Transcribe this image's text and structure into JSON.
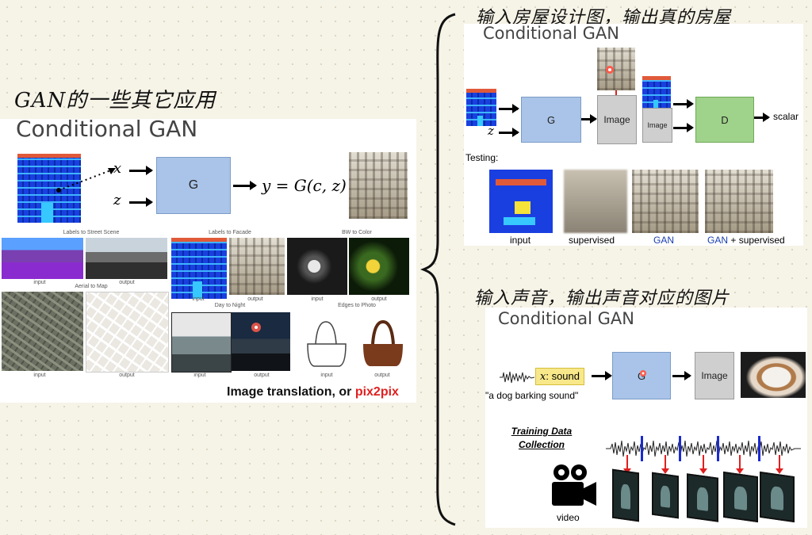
{
  "notes": {
    "left_heading": "GAN的一些其它应用",
    "top_right": "输入房屋设计图，输出真的房屋",
    "bottom_right": "输入声音，输出声音对应的图片"
  },
  "slide_main": {
    "title": "Conditional GAN",
    "x_label": "𝑥",
    "z_label": "𝑧",
    "g_label": "G",
    "equation": "𝑦 = 𝐺(𝑐, 𝑧)",
    "panels": [
      {
        "title": "Labels to Street Scene",
        "left": "input",
        "right": "output"
      },
      {
        "title": "Labels to Facade",
        "left": "input",
        "right": "output"
      },
      {
        "title": "BW to Color",
        "left": "input",
        "right": "output"
      },
      {
        "title": "Aerial to Map",
        "left": "input",
        "right": "output"
      },
      {
        "title": "Day to Night",
        "left": "input",
        "right": "output"
      },
      {
        "title": "Edges to Photo",
        "left": "input",
        "right": "output"
      }
    ],
    "caption_main": "Image translation, or ",
    "caption_accent": "pix2pix",
    "accent_color": "#e02020"
  },
  "slide_tr": {
    "title": "Conditional GAN",
    "z_label": "𝑧",
    "g_label": "G",
    "image_label": "Image",
    "image_label_small": "Image",
    "d_label": "D",
    "scalar_label": "scalar",
    "testing_label": "Testing:",
    "captions": [
      "input",
      "supervised",
      "GAN",
      "GAN",
      " + supervised"
    ]
  },
  "slide_br": {
    "title": "Conditional GAN",
    "x_tag": "𝑥",
    "x_tag_rest": ": sound",
    "quote": "\"a dog barking sound\"",
    "g_label": "G",
    "image_label": "Image",
    "training_line1": "Training Data",
    "training_line2": "Collection",
    "video_label": "video"
  }
}
